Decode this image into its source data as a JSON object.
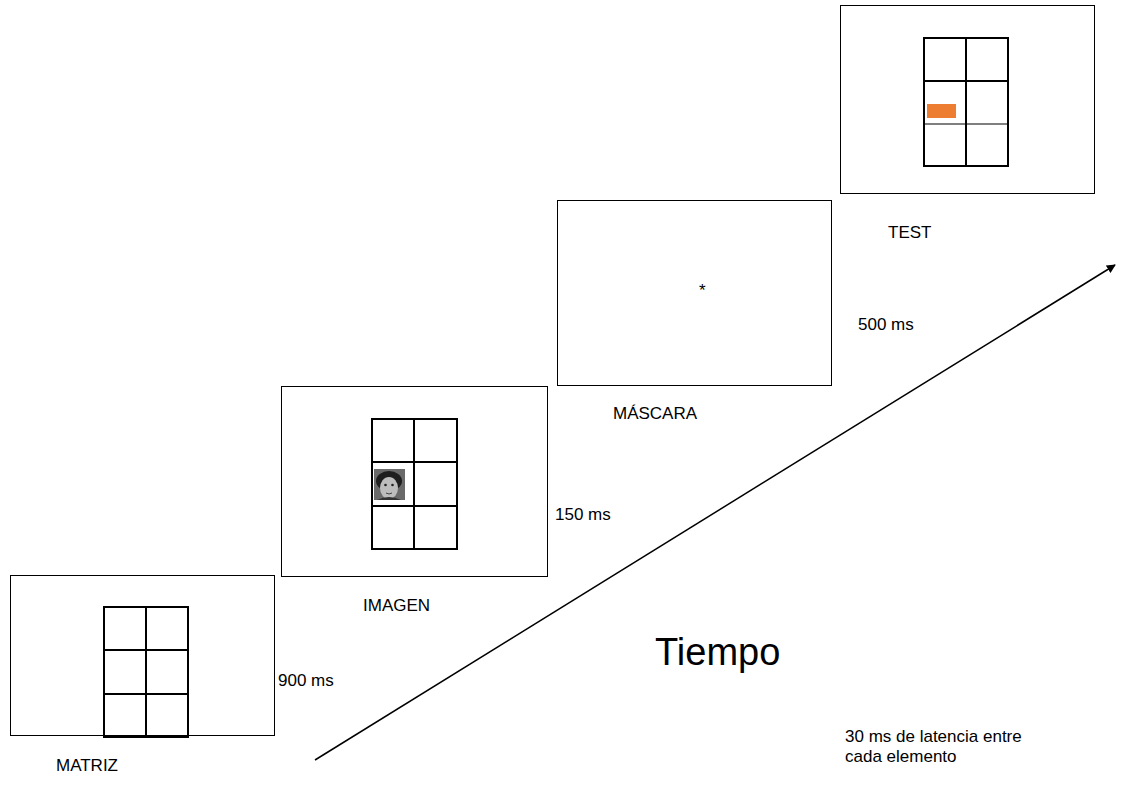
{
  "diagram": {
    "nodes": [
      {
        "text": [
          "MATRIZ"
        ]
      },
      {
        "text": [
          "IMAGEN"
        ]
      },
      {
        "text": [
          "*",
          "MÁSCARA"
        ]
      },
      {
        "text": [
          "TEST"
        ]
      }
    ],
    "labels": [
      "900 ms",
      "150 ms",
      "500 ms",
      "Tiempo",
      "30 ms de latencia entre cada elemento"
    ]
  }
}
